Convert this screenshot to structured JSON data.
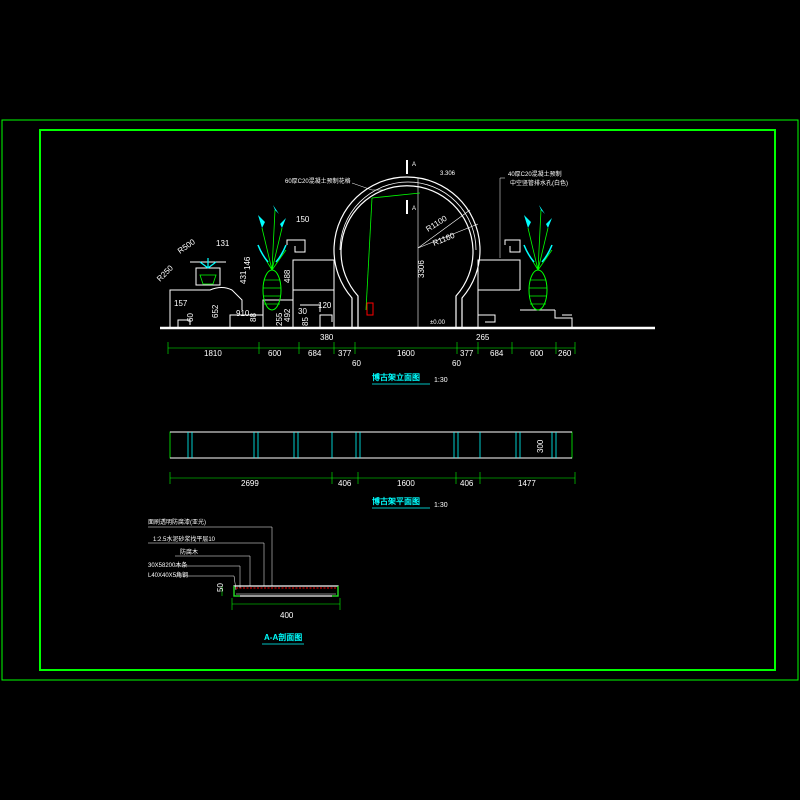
{
  "frame": {
    "border_color": "#00ff00"
  },
  "colors": {
    "outline": "#ffffff",
    "dim": "#00ff00",
    "plant_leaf": "#00ffff",
    "plant_stem": "#00ff00",
    "vase": "#00ff00",
    "accent_red": "#ff0000",
    "title": "#00ffff",
    "paper_bg": "#000000"
  },
  "elevation": {
    "title": "博古架立面图",
    "scale": "1:30",
    "bottom_dims": [
      "1810",
      "600",
      "684",
      "377",
      "1600",
      "377",
      "684",
      "600",
      "260"
    ],
    "below_dims": [
      "60",
      "60"
    ],
    "annotations": {
      "note_left": "60厚C20混凝土预制花格",
      "note_right_1": "40厚C20混凝土预制",
      "note_right_2": "中空竖管排水孔(白色)",
      "r_inner": "R1100",
      "r_outer": "R1160",
      "height": "3306",
      "top_level": "3.306",
      "ground_level": "±0.00",
      "section_mark": "A",
      "d150": "150",
      "d131": "131",
      "d146": "146",
      "d157": "157",
      "d120": "120",
      "d380": "380",
      "d85": "85",
      "d265": "265",
      "d431": "431",
      "d488": "488",
      "d652": "652",
      "d492": "492",
      "d255": "255",
      "d910": "910",
      "r500": "R500",
      "r250": "R250",
      "d60": "60",
      "d88": "88",
      "d30": "30"
    }
  },
  "plan": {
    "title": "博古架平面图",
    "scale": "1:30",
    "dims": [
      "2699",
      "406",
      "1600",
      "406",
      "1477"
    ],
    "depth": "300"
  },
  "section": {
    "title": "A-A剖面图",
    "width": "400",
    "height": "50",
    "labels": [
      "面刷透明防腐漆(亚光)",
      "1:2.5水泥砂浆找平层10",
      "30X58200木条",
      "L40X40X5角钢",
      "防腐木"
    ]
  }
}
